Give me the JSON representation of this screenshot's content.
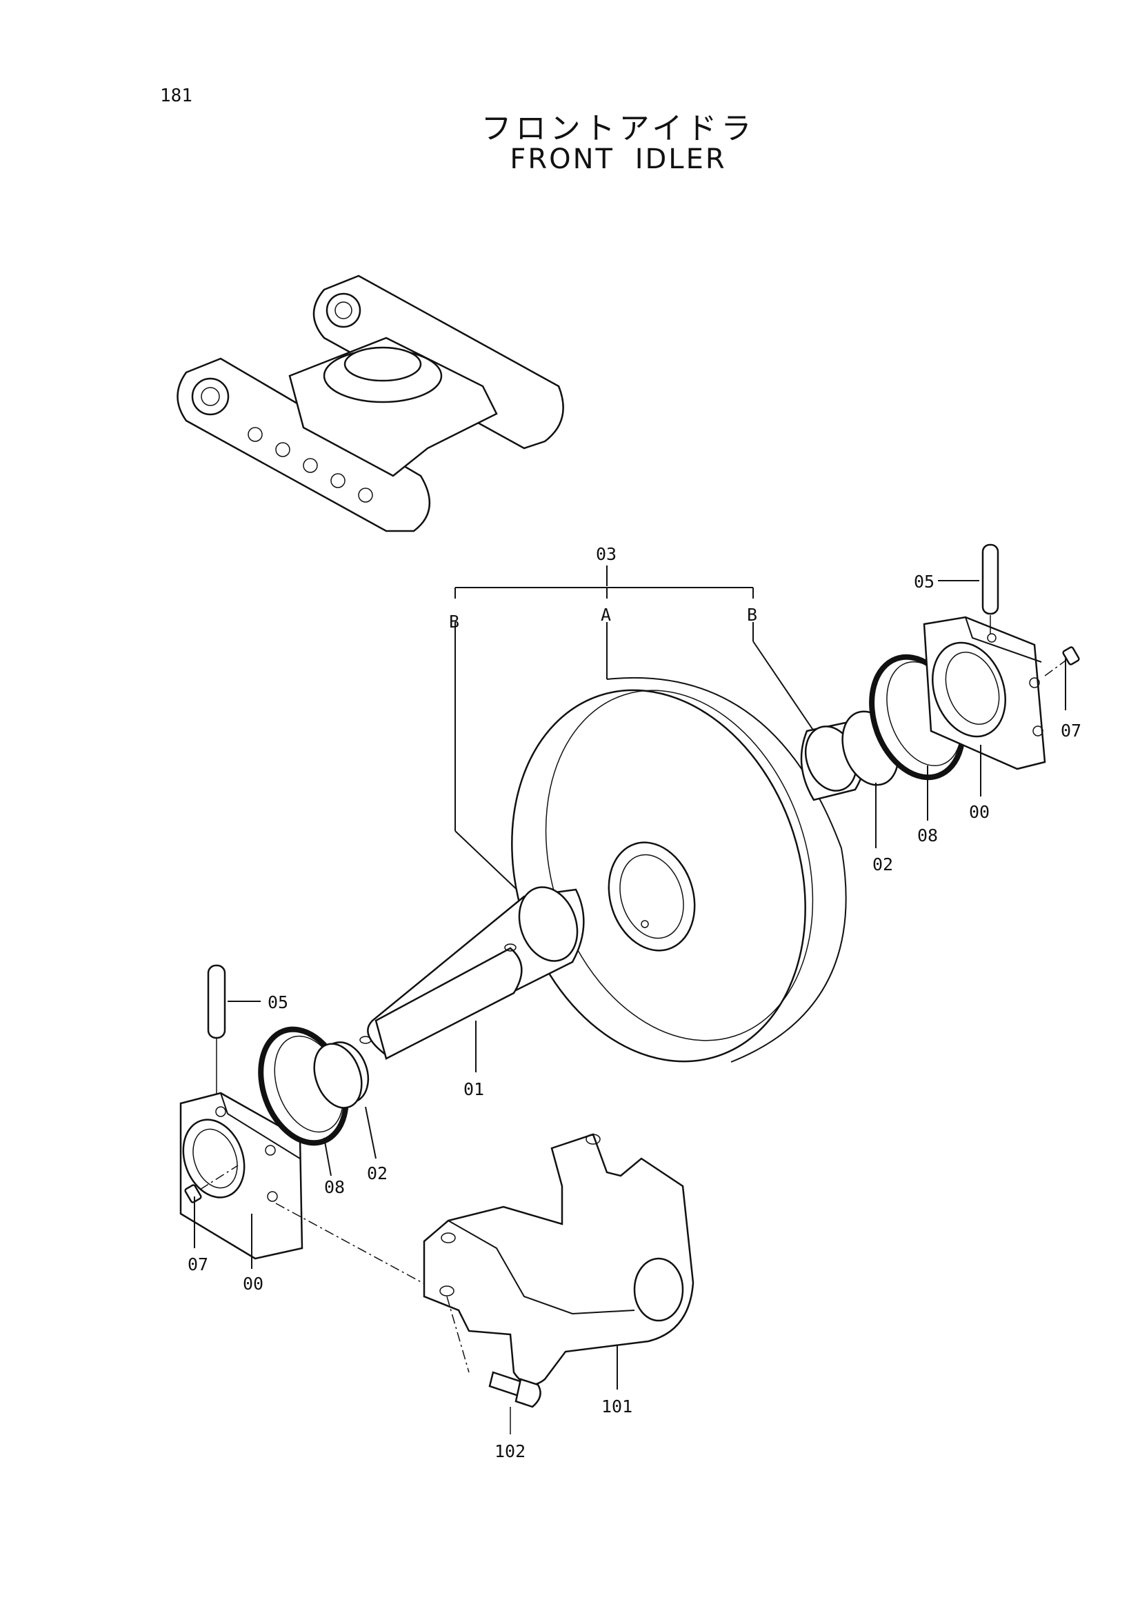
{
  "page": {
    "number": "181"
  },
  "title": {
    "japanese": "フロントアイドラ",
    "english": "FRONT IDLER"
  },
  "callouts": [
    {
      "id": "c03",
      "label": "03"
    },
    {
      "id": "cA",
      "label": "A"
    },
    {
      "id": "cB_left",
      "label": "B"
    },
    {
      "id": "cB_right",
      "label": "B"
    },
    {
      "id": "c05_right",
      "label": "05"
    },
    {
      "id": "c07_right",
      "label": "07"
    },
    {
      "id": "c00_right",
      "label": "00"
    },
    {
      "id": "c08_right",
      "label": "08"
    },
    {
      "id": "c02_right",
      "label": "02"
    },
    {
      "id": "c05_left",
      "label": "05"
    },
    {
      "id": "c01",
      "label": "01"
    },
    {
      "id": "c02_left",
      "label": "02"
    },
    {
      "id": "c08_left",
      "label": "08"
    },
    {
      "id": "c07_left",
      "label": "07"
    },
    {
      "id": "c00_left",
      "label": "00"
    },
    {
      "id": "c101",
      "label": "101"
    },
    {
      "id": "c102",
      "label": "102"
    }
  ]
}
